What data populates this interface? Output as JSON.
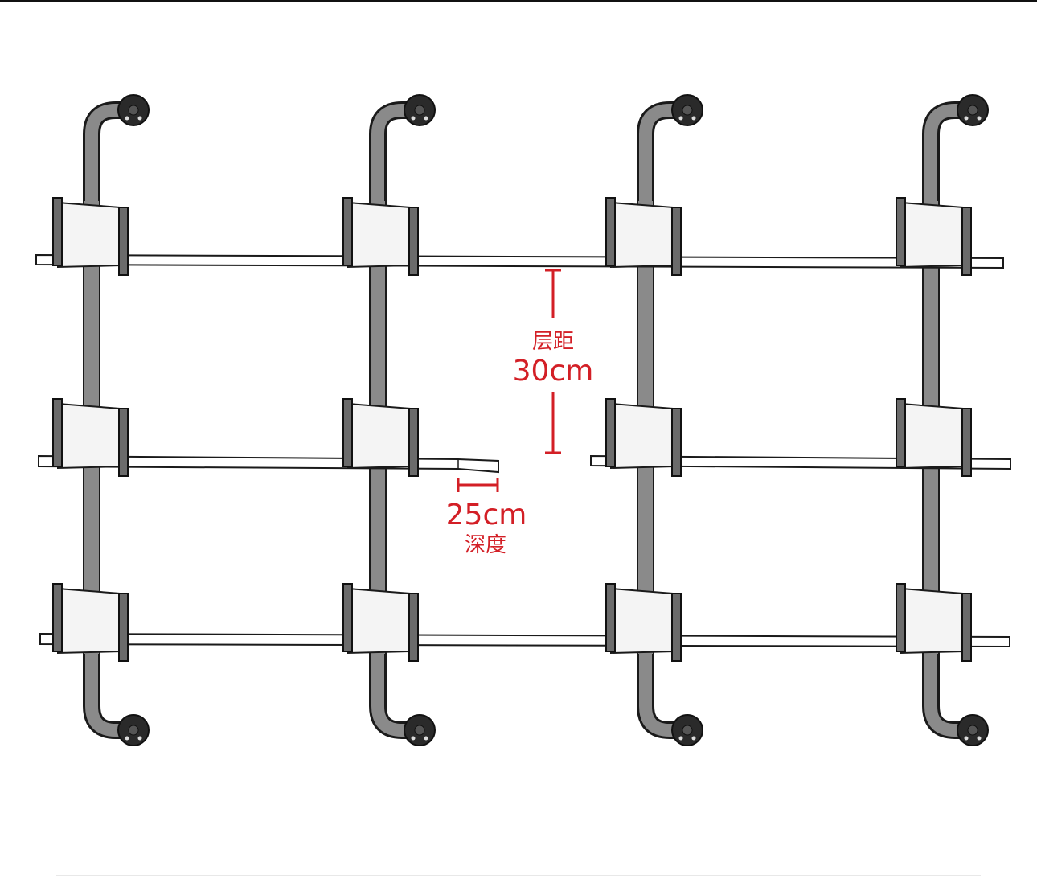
{
  "annotations": {
    "spacing_label": "层距",
    "spacing_value": "30cm",
    "depth_value": "25cm",
    "depth_label": "深度"
  },
  "colors": {
    "annotation": "#d31f26",
    "pipe": "#8a8a8a",
    "outline": "#1a1a1a",
    "bracket_fill": "#f4f4f4",
    "shelf_fill": "#ffffff"
  },
  "structure": {
    "pipe_count": 4,
    "shelf_rows": 3
  }
}
